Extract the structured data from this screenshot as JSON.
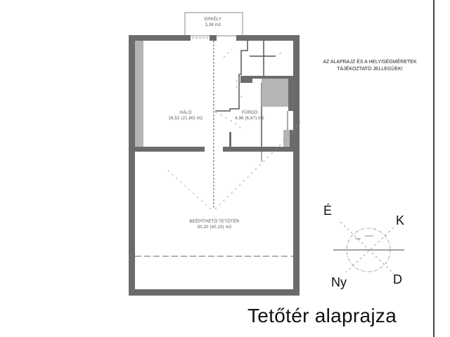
{
  "title": "Tetőtér alaprajza",
  "note": {
    "line1": "AZ ALAPRAJZ ÉS A HELYISÉGMÉRETEK",
    "line2": "TÁJÉKOZTATÓ JELLEGŰEK!"
  },
  "rooms": [
    {
      "name": "ERKÉLY",
      "area": "3,38 m2"
    },
    {
      "name": "HÁLÓ",
      "area": "16,52 (21,80) m2"
    },
    {
      "name": "FÜRDŐ",
      "area": "4,96 (6,87) m2"
    },
    {
      "name": "BEÉPÍTHETŐ TETŐTÉR",
      "area": "30,20 (40,10) m2"
    }
  ],
  "compass": {
    "north": "É",
    "east": "K",
    "west": "Ny",
    "south": "D"
  },
  "colors": {
    "wall": "#6b6b6b",
    "fill": "#b5b5b5",
    "dashed": "#888888"
  }
}
